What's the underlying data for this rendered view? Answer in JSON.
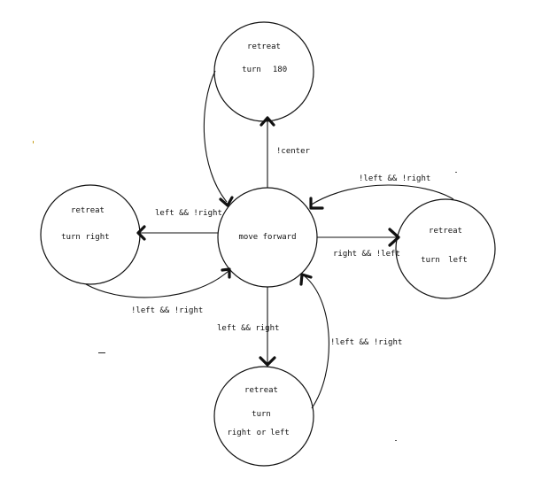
{
  "states": {
    "center": {
      "line1": "move forward"
    },
    "top": {
      "line1": "retreat",
      "line2a": "turn",
      "line2b": "180"
    },
    "left": {
      "line1": "retreat",
      "line2a": "turn",
      "line2b": "right"
    },
    "right": {
      "line1": "retreat",
      "line2a": "turn",
      "line2b": "left"
    },
    "bottom": {
      "line1": "retreat",
      "line2": "turn",
      "line3a": "right",
      "line3b": "or",
      "line3c": "left"
    }
  },
  "transitions": {
    "to_top": "!center",
    "to_left": "left && !right",
    "from_left": "!left && !right",
    "to_right": "right && !left",
    "from_right": "!left && !right",
    "to_bottom": "left && right",
    "from_bottom": "!left && !right"
  }
}
